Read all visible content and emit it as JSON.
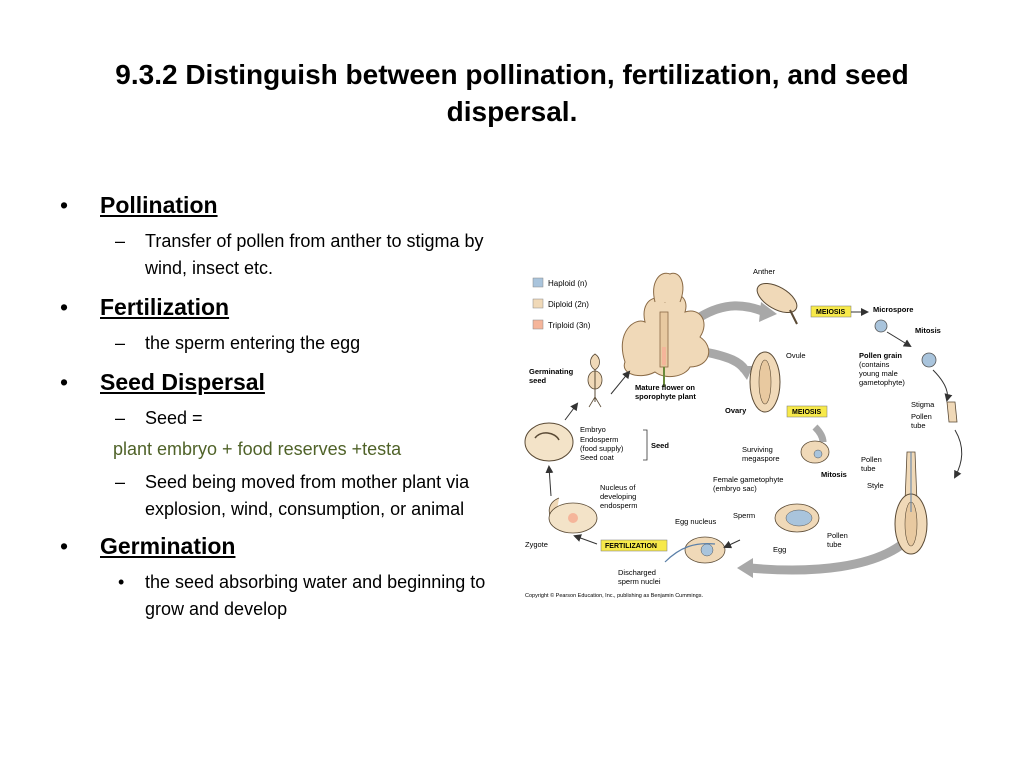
{
  "slide": {
    "title": "9.3.2 Distinguish between pollination, fertilization, and seed dispersal.",
    "bullet": "•",
    "dash": "–",
    "items": [
      {
        "heading": "Pollination",
        "sub": "Transfer of pollen from anther to stigma by wind, insect etc."
      },
      {
        "heading": "Fertilization",
        "sub": "the sperm entering the egg"
      },
      {
        "heading": "Seed Dispersal",
        "sub1": "Seed =",
        "highlight": "plant embryo + food reserves +testa",
        "sub2": "Seed being moved from mother plant via explosion, wind, consumption, or animal"
      },
      {
        "heading": "Germination",
        "sub": "the seed absorbing water and beginning to grow and develop"
      }
    ]
  },
  "diagram": {
    "legend": [
      {
        "label": "Haploid (n)",
        "color": "#a9c4dc"
      },
      {
        "label": "Diploid (2n)",
        "color": "#f0d9b8"
      },
      {
        "label": "Triploid (3n)",
        "color": "#f5b59a"
      }
    ],
    "labels": {
      "anther": "Anther",
      "meiosis": "MEIOSIS",
      "microspore": "Microspore",
      "mitosis": "Mitosis",
      "ovule": "Ovule",
      "pollen_grain_1": "Pollen grain",
      "pollen_grain_2": "(contains",
      "pollen_grain_3": "young male",
      "pollen_grain_4": "gametophyte)",
      "stigma": "Stigma",
      "pollen_tube_a1": "Pollen",
      "pollen_tube_a2": "tube",
      "germinating_1": "Germinating",
      "germinating_2": "seed",
      "mature_flower_1": "Mature flower on",
      "mature_flower_2": "sporophyte plant",
      "ovary": "Ovary",
      "embryo": "Embryo",
      "endosperm_1": "Endosperm",
      "endosperm_2": "(food supply)",
      "seed_coat": "Seed coat",
      "seed": "Seed",
      "surviving_1": "Surviving",
      "surviving_2": "megaspore",
      "pollen_tube_b1": "Pollen",
      "pollen_tube_b2": "tube",
      "style": "Style",
      "female_1": "Female gametophyte",
      "female_2": "(embryo sac)",
      "nucleus_1": "Nucleus of",
      "nucleus_2": "developing",
      "nucleus_3": "endosperm",
      "egg_nucleus": "Egg nucleus",
      "sperm": "Sperm",
      "egg": "Egg",
      "pollen_tube_c1": "Pollen",
      "pollen_tube_c2": "tube",
      "zygote": "Zygote",
      "fertilization": "FERTILIZATION",
      "discharged_1": "Discharged",
      "discharged_2": "sperm nuclei",
      "copyright": "Copyright © Pearson Education, Inc., publishing as Benjamin Cummings."
    },
    "colors": {
      "tag_fill": "#f7e94a",
      "arrow_gray": "#a8a8a8",
      "flower": "#f0d9b8",
      "seed": "#f3e3c8",
      "haploid": "#a9c4dc",
      "triploid": "#f5b59a",
      "line": "#333333"
    }
  }
}
